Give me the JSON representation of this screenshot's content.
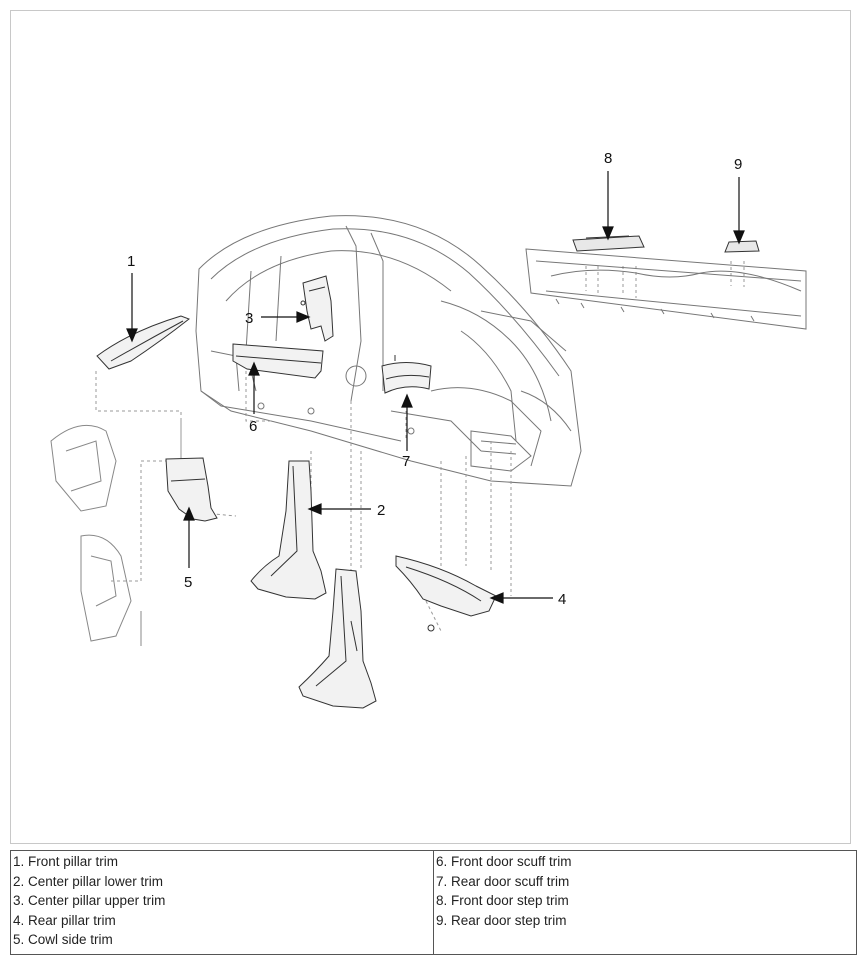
{
  "diagram": {
    "callouts": [
      "1",
      "2",
      "3",
      "4",
      "5",
      "6",
      "7",
      "8",
      "9"
    ]
  },
  "legend": {
    "left_items": [
      "1. Front pillar trim",
      "2. Center pillar lower trim",
      "3. Center pillar upper trim",
      "4. Rear pillar trim",
      "5. Cowl side trim"
    ],
    "right_items": [
      "6. Front door scuff trim",
      "7. Rear door scuff trim",
      "8. Front door step trim",
      "9. Rear door step trim"
    ]
  }
}
